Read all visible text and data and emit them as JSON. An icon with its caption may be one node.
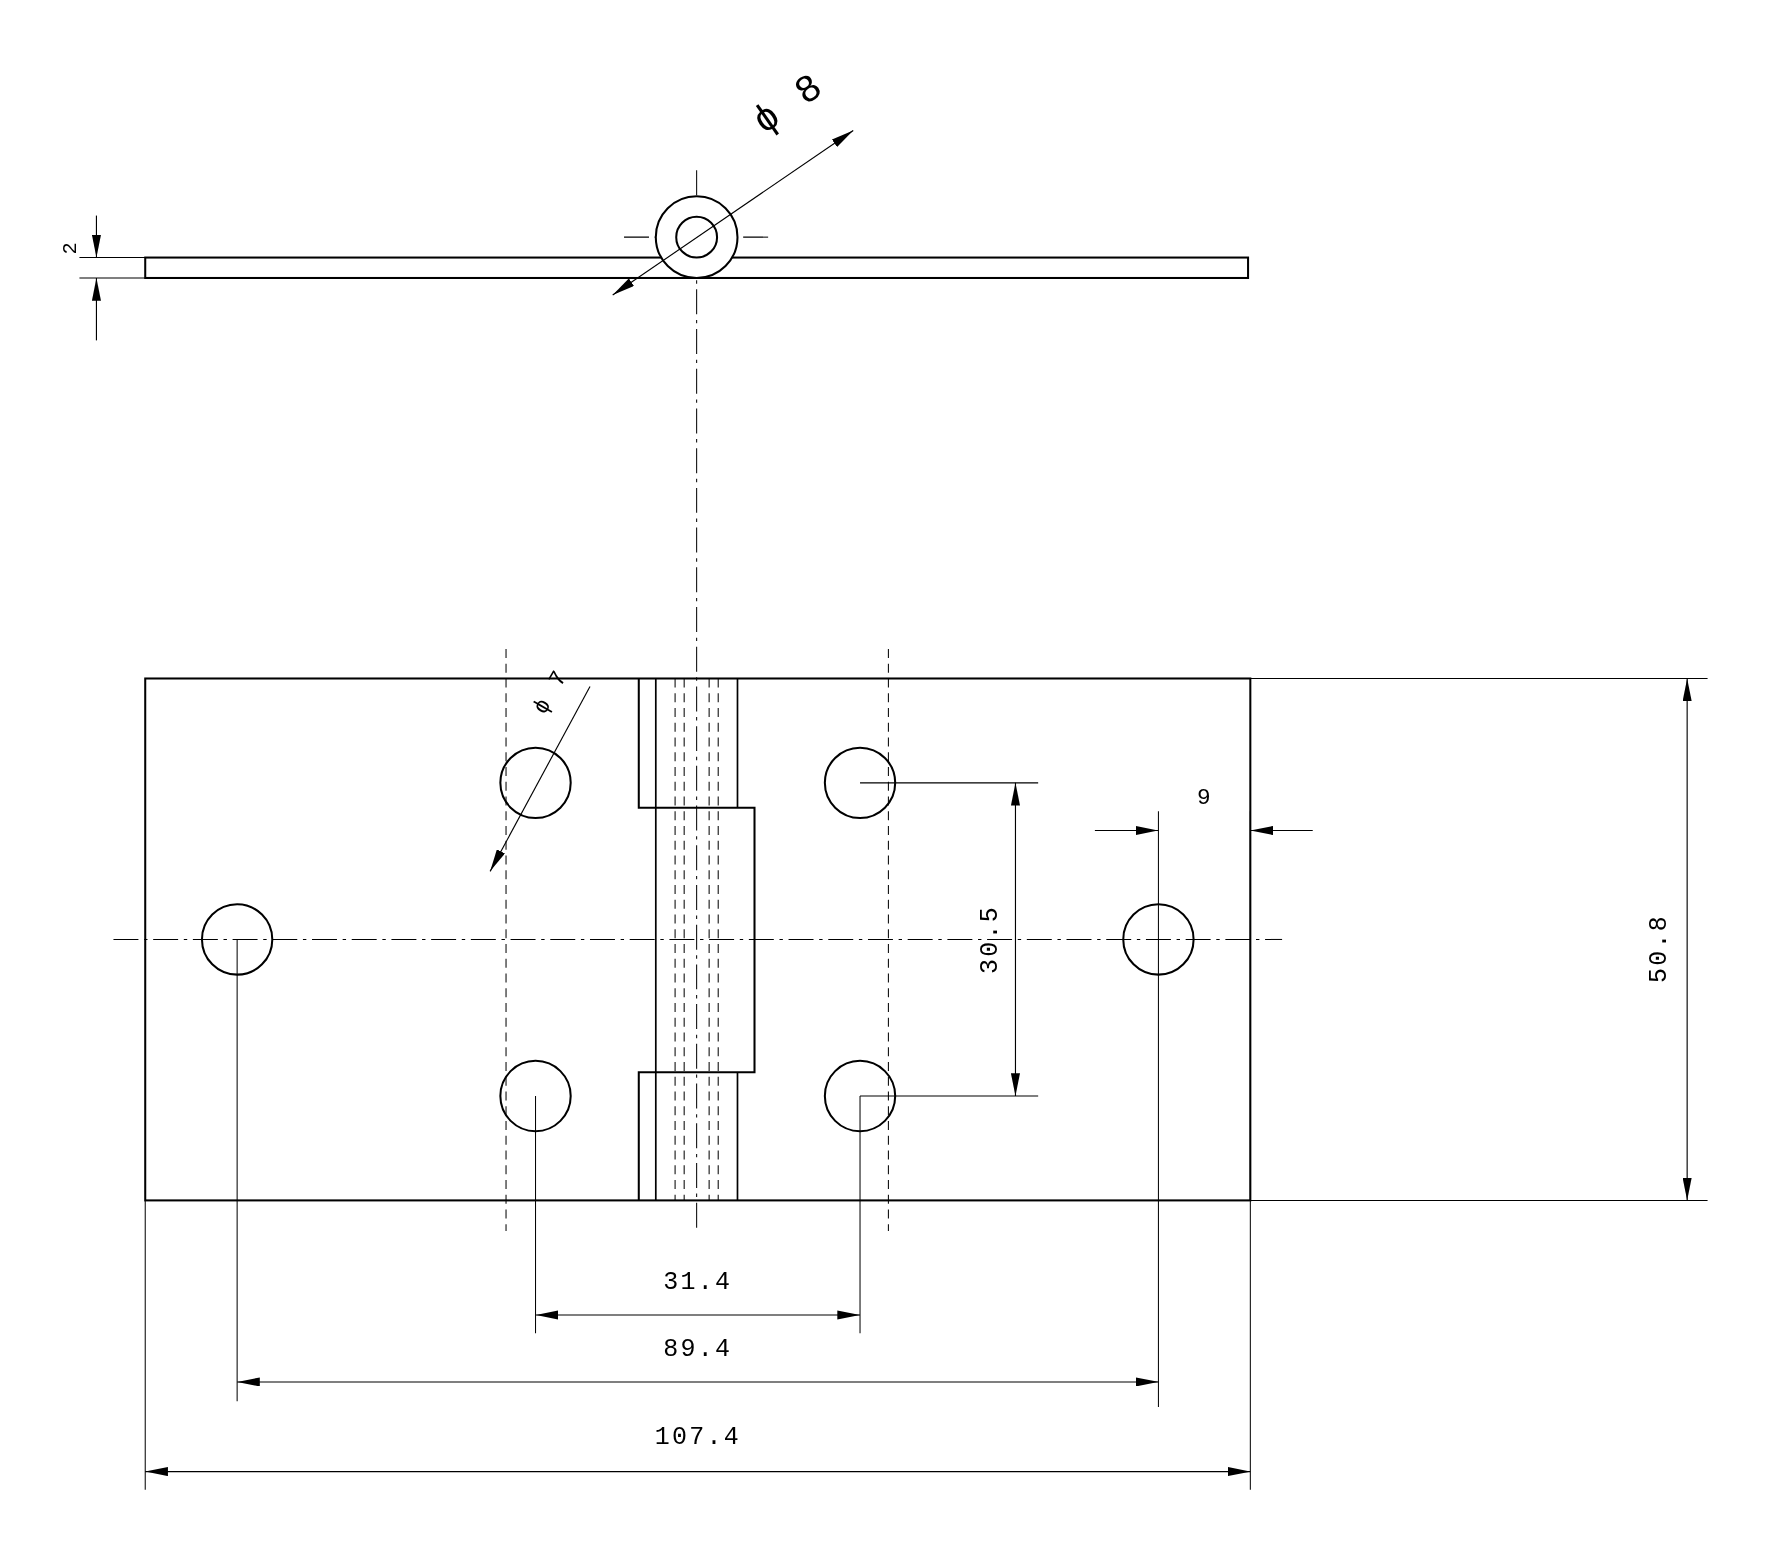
{
  "diagram": {
    "labels": [
      "ϕ 8",
      "2",
      "ϕ 7",
      "9",
      "30.5",
      "50.8",
      "31.4",
      "89.4",
      "107.4"
    ]
  }
}
